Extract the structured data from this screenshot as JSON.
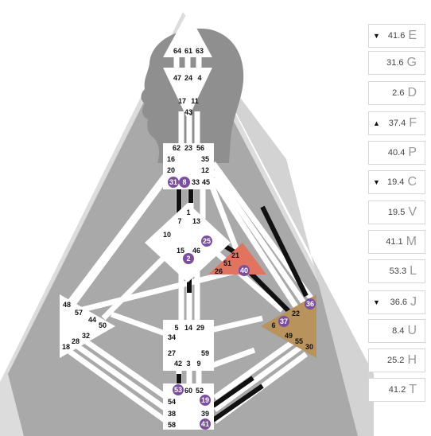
{
  "colors": {
    "backdrop_light": "#dcdcdc",
    "backdrop_dark": "#a8a8a8",
    "head_silhouette": "#8f8f8f",
    "defined_red": "#e2735f",
    "defined_tan": "#b8935c",
    "activation_purple": "#7a4fa1",
    "channel_black": "#111111",
    "center_white": "#ffffff"
  },
  "centers": {
    "head": {
      "gates_row1": [
        "64",
        "61",
        "63"
      ]
    },
    "ajna": {
      "gates_row1": [
        "47",
        "24",
        "4"
      ],
      "gates_row2": [
        "17",
        "11"
      ],
      "gates_row3": [
        "43"
      ]
    },
    "throat": {
      "gates": [
        "62",
        "23",
        "56",
        "16",
        "35",
        "20",
        "12",
        "31",
        "8",
        "33",
        "45"
      ]
    },
    "g_center": {
      "gates": [
        "1",
        "7",
        "13",
        "10",
        "25",
        "15",
        "46",
        "2"
      ]
    },
    "heart": {
      "gates": [
        "21",
        "51",
        "26",
        "40"
      ]
    },
    "spleen": {
      "gates": [
        "48",
        "57",
        "44",
        "50",
        "32",
        "28",
        "18"
      ]
    },
    "solar_plexus": {
      "gates": [
        "36",
        "22",
        "37",
        "6",
        "49",
        "55",
        "30"
      ]
    },
    "sacral": {
      "gates": [
        "5",
        "14",
        "29",
        "34",
        "27",
        "59",
        "42",
        "3",
        "9"
      ]
    },
    "root": {
      "gates": [
        "53",
        "60",
        "52",
        "54",
        "19",
        "38",
        "39",
        "58",
        "41"
      ]
    }
  },
  "activated_gates": [
    "31",
    "8",
    "25",
    "2",
    "40",
    "36",
    "37",
    "53",
    "19",
    "41"
  ],
  "side_panel": [
    {
      "arrow": "▼",
      "value": "41.6",
      "letter": "E"
    },
    {
      "arrow": "",
      "value": "31.6",
      "letter": "G"
    },
    {
      "arrow": "",
      "value": "2.6",
      "letter": "D"
    },
    {
      "arrow": "▲",
      "value": "37.4",
      "letter": "F"
    },
    {
      "arrow": "",
      "value": "40.4",
      "letter": "P"
    },
    {
      "arrow": "▼",
      "value": "19.4",
      "letter": "C"
    },
    {
      "arrow": "",
      "value": "19.5",
      "letter": "V"
    },
    {
      "arrow": "",
      "value": "41.1",
      "letter": "M"
    },
    {
      "arrow": "",
      "value": "53.3",
      "letter": "L"
    },
    {
      "arrow": "▼",
      "value": "36.6",
      "letter": "J"
    },
    {
      "arrow": "",
      "value": "8.4",
      "letter": "U"
    },
    {
      "arrow": "",
      "value": "25.2",
      "letter": "H"
    },
    {
      "arrow": "",
      "value": "41.2",
      "letter": "T"
    }
  ]
}
